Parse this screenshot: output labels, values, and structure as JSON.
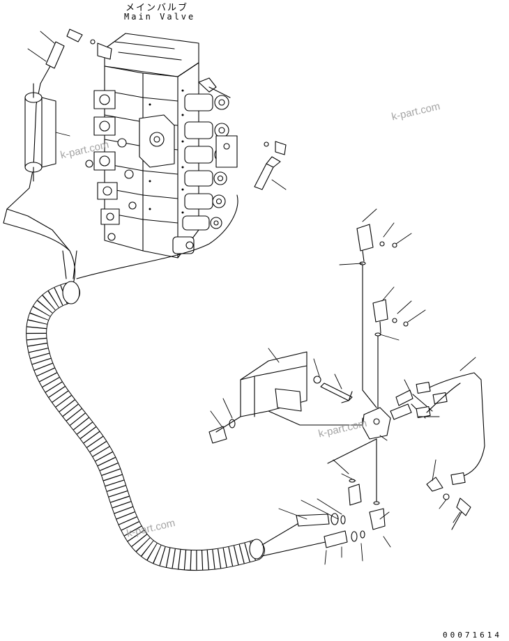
{
  "header": {
    "title_jp": "メインバルブ",
    "title_en": "Main Valve"
  },
  "watermarks": [
    "k-part.com",
    "k-part.com",
    "k-part.com",
    "k-part.com"
  ],
  "drawing_code": "00071614",
  "colors": {
    "line": "#000000",
    "watermark": "#9a9a9a",
    "background": "#ffffff"
  }
}
